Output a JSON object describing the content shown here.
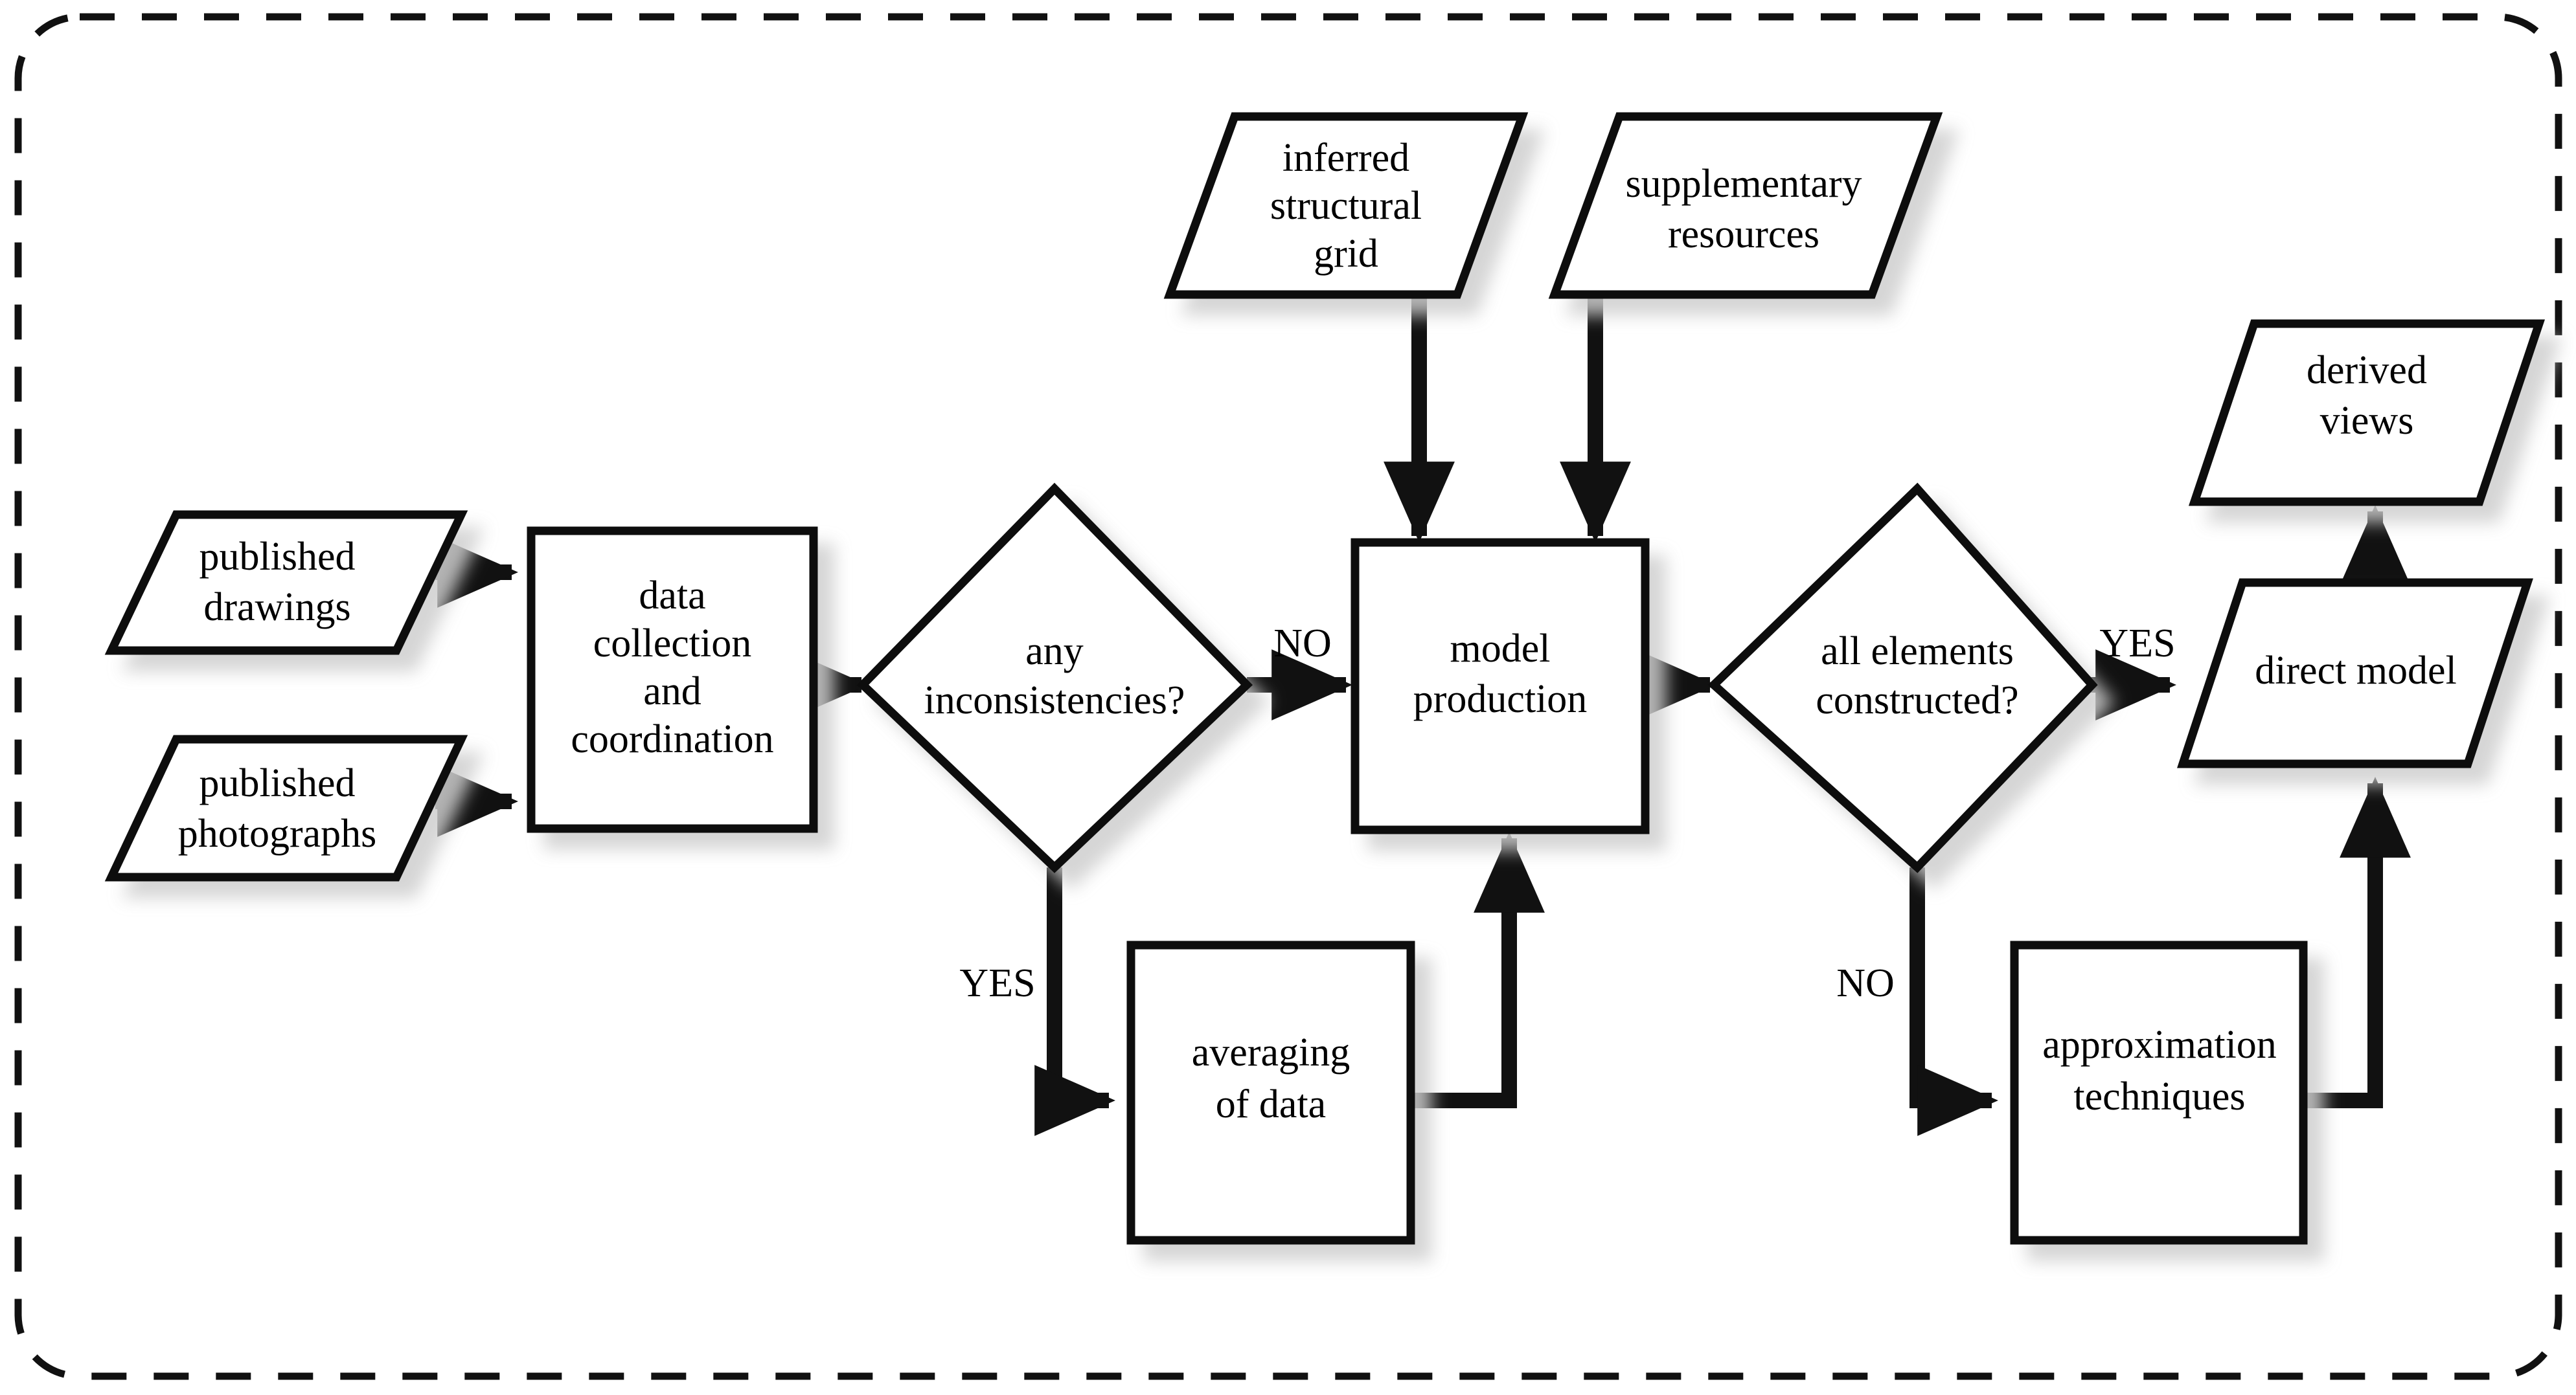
{
  "diagram": {
    "title": "architectural model production workflow",
    "frame": {
      "style": "dashed-rounded-rectangle"
    },
    "colors": {
      "stroke": "#111111",
      "fill": "#ffffff",
      "shadow": "#bdbdbd",
      "background": "#ffffff"
    },
    "nodes": [
      {
        "id": "published-drawings",
        "shape": "parallelogram",
        "lines": [
          "published",
          "drawings"
        ]
      },
      {
        "id": "published-photographs",
        "shape": "parallelogram",
        "lines": [
          "published",
          "photographs"
        ]
      },
      {
        "id": "data-collection",
        "shape": "rectangle",
        "lines": [
          "data",
          "collection",
          "and",
          "coordination"
        ]
      },
      {
        "id": "any-inconsistencies",
        "shape": "diamond",
        "lines": [
          "any",
          "inconsistencies?"
        ]
      },
      {
        "id": "averaging-of-data",
        "shape": "rectangle",
        "lines": [
          "averaging",
          "of data"
        ]
      },
      {
        "id": "inferred-structural-grid",
        "shape": "parallelogram",
        "lines": [
          "inferred",
          "structural",
          "grid"
        ]
      },
      {
        "id": "supplementary-resources",
        "shape": "parallelogram",
        "lines": [
          "supplementary",
          "resources"
        ]
      },
      {
        "id": "model-production",
        "shape": "rectangle",
        "lines": [
          "model",
          "production"
        ]
      },
      {
        "id": "all-elements-constructed",
        "shape": "diamond",
        "lines": [
          "all elements",
          "constructed?"
        ]
      },
      {
        "id": "approximation-techniques",
        "shape": "rectangle",
        "lines": [
          "approximation",
          "techniques"
        ]
      },
      {
        "id": "direct-model",
        "shape": "parallelogram",
        "lines": [
          "direct model"
        ]
      },
      {
        "id": "derived-views",
        "shape": "parallelogram",
        "lines": [
          "derived",
          "views"
        ]
      }
    ],
    "edge_labels": {
      "inconsistencies_no": "NO",
      "inconsistencies_yes": "YES",
      "constructed_yes": "YES",
      "constructed_no": "NO"
    },
    "edges": [
      {
        "from": "published-drawings",
        "to": "data-collection",
        "label": ""
      },
      {
        "from": "published-photographs",
        "to": "data-collection",
        "label": ""
      },
      {
        "from": "data-collection",
        "to": "any-inconsistencies",
        "label": ""
      },
      {
        "from": "any-inconsistencies",
        "to": "model-production",
        "label": "NO"
      },
      {
        "from": "any-inconsistencies",
        "to": "averaging-of-data",
        "label": "YES"
      },
      {
        "from": "averaging-of-data",
        "to": "model-production",
        "label": ""
      },
      {
        "from": "inferred-structural-grid",
        "to": "model-production",
        "label": ""
      },
      {
        "from": "supplementary-resources",
        "to": "model-production",
        "label": ""
      },
      {
        "from": "model-production",
        "to": "all-elements-constructed",
        "label": ""
      },
      {
        "from": "all-elements-constructed",
        "to": "direct-model",
        "label": "YES"
      },
      {
        "from": "all-elements-constructed",
        "to": "approximation-techniques",
        "label": "NO"
      },
      {
        "from": "approximation-techniques",
        "to": "direct-model",
        "label": ""
      },
      {
        "from": "direct-model",
        "to": "derived-views",
        "label": ""
      }
    ]
  }
}
